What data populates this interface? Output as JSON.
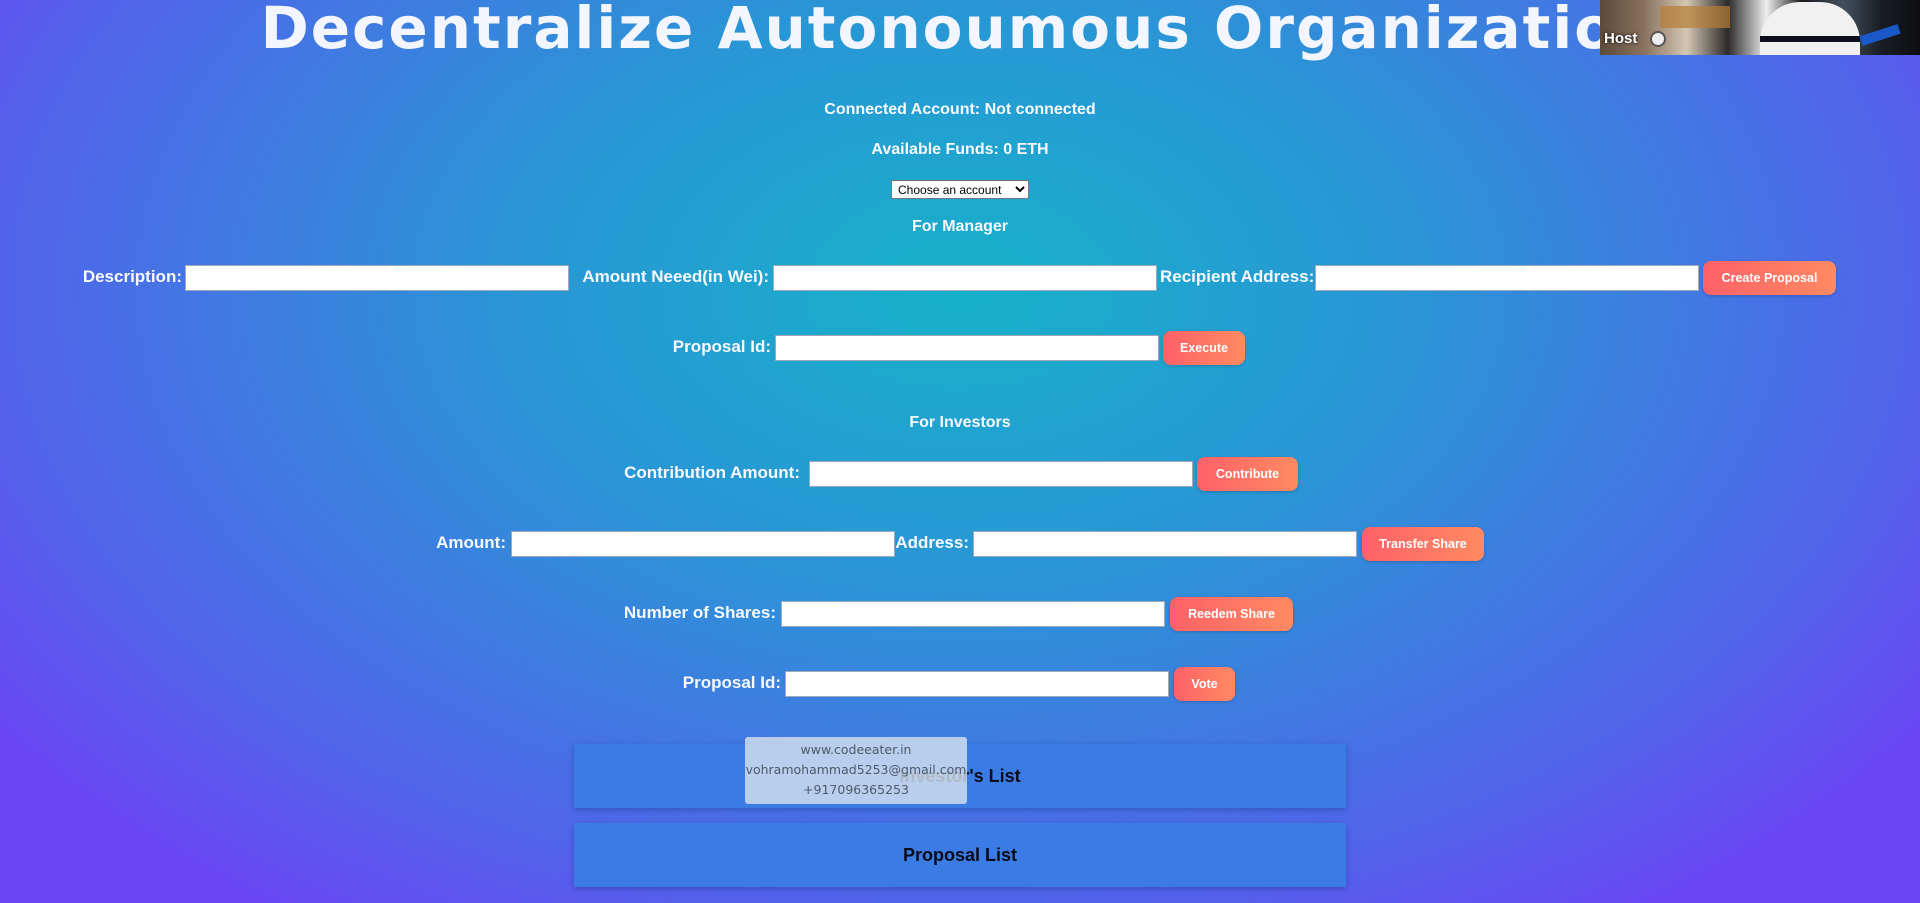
{
  "header": {
    "title": "Decentralize Autonoumous Organization"
  },
  "account": {
    "connected_text": "Connected Account: Not connected",
    "funds_text": "Available Funds: 0 ETH",
    "select_value": "Choose an account"
  },
  "manager": {
    "heading": "For Manager",
    "description_label": "Description:",
    "amount_label": "Amount Neeed(in Wei):",
    "recipient_label": "Recipient Address:",
    "create_button": "Create Proposal",
    "proposal_id_label": "Proposal Id:",
    "execute_button": "Execute"
  },
  "investors": {
    "heading": "For Investors",
    "contribution_label": "Contribution Amount:",
    "contribute_button": "Contribute",
    "amount_label": "Amount:",
    "address_label": "Address:",
    "transfer_button": "Transfer Share",
    "shares_label": "Number of Shares:",
    "redeem_button": "Reedem Share",
    "proposal_id_label": "Proposal Id:",
    "vote_button": "Vote"
  },
  "lists": {
    "investors_title": "Investor's List",
    "proposals_title": "Proposal List"
  },
  "webcam": {
    "host_label": "Host"
  },
  "watermark": {
    "site": "www.codeeater.in",
    "email": "vohramohammad5253@gmail.com",
    "phone": "+917096365253"
  },
  "colors": {
    "button_gradient_start": "#fe6168",
    "button_gradient_end": "#ff8a62",
    "panel": "#3b7be4",
    "background_center": "#17b1c9",
    "background_edge": "#6a45f3"
  }
}
